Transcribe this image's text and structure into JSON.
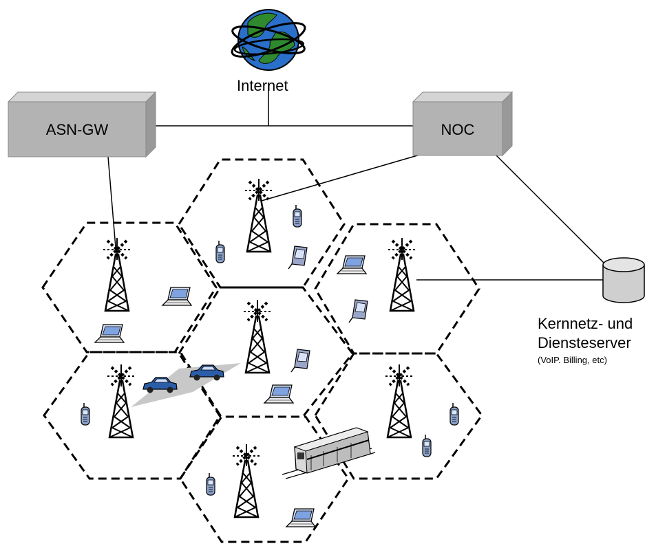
{
  "internet": {
    "label": "Internet"
  },
  "asn_gw": {
    "label": "ASN-GW"
  },
  "noc": {
    "label": "NOC"
  },
  "server": {
    "line1": "Kernnetz- und",
    "line2": "Diensteserver",
    "note": "(VoIP. Billing, etc)"
  },
  "colors": {
    "ocean": "#2a6fc9",
    "land": "#2f8a2f",
    "box": "#b3b3b3",
    "box_top": "#d4d4d4",
    "box_side": "#999999",
    "car": "#2b5ea8",
    "cylinder": "#cfcfcf"
  }
}
